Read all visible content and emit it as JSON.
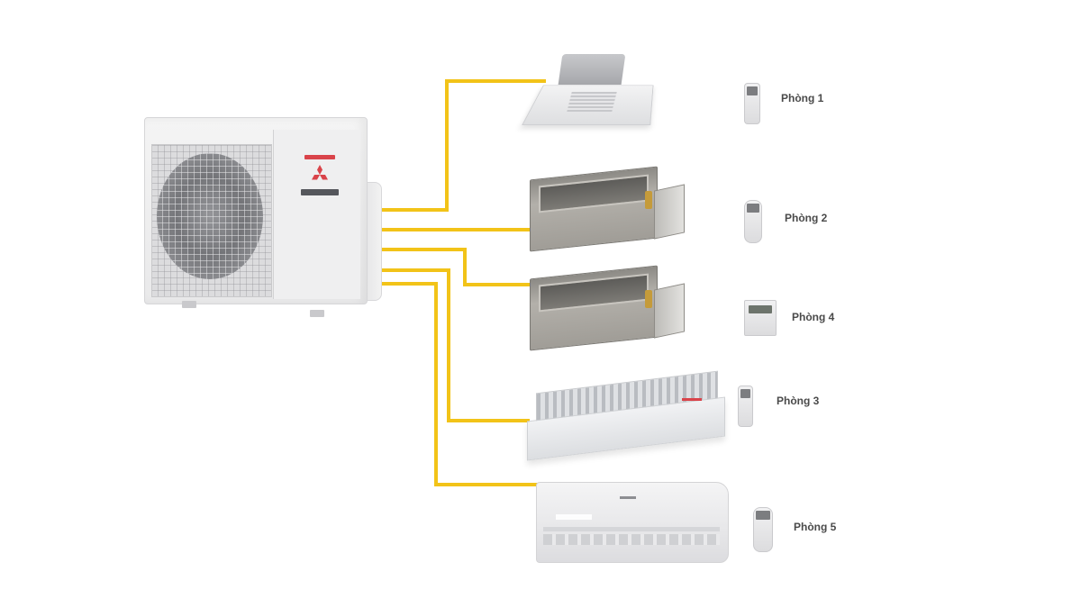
{
  "diagram": {
    "type": "multi-split air conditioning system",
    "outdoor_unit": {
      "label": "outdoor-unit",
      "brand_colors": {
        "logo": "#d9434a",
        "panel": "#efeff0"
      }
    },
    "pipe_color": "#f2c318",
    "indoor_units": [
      {
        "id": "cassette",
        "type": "ceiling cassette",
        "room": "Phòng 1",
        "remote": "wireless-remote"
      },
      {
        "id": "duct-1",
        "type": "ducted concealed",
        "room": "Phòng 2",
        "remote": "wireless-remote"
      },
      {
        "id": "duct-2",
        "type": "ducted concealed",
        "room": "Phòng 4",
        "remote": "wired-controller"
      },
      {
        "id": "ceiling-suspended",
        "type": "ceiling suspended",
        "room": "Phòng 3",
        "remote": "wireless-remote"
      },
      {
        "id": "wall-mounted",
        "type": "wall mounted",
        "room": "Phòng 5",
        "remote": "wireless-remote"
      }
    ]
  },
  "labels": {
    "room1": "Phòng 1",
    "room2": "Phòng 2",
    "room4": "Phòng 4",
    "room3": "Phòng 3",
    "room5": "Phòng 5"
  }
}
